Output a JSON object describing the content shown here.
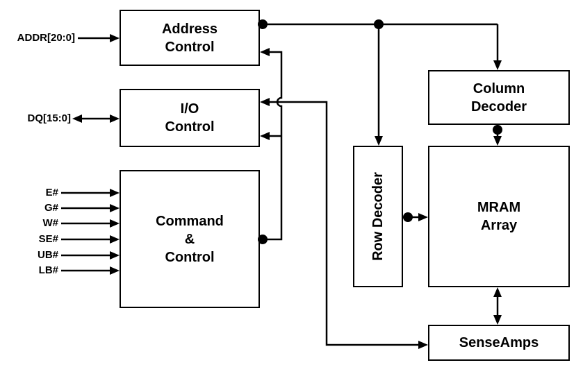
{
  "diagram": {
    "blocks": {
      "address_control": "Address\nControl",
      "io_control": "I/O\nControl",
      "command_control": "Command\n&\nControl",
      "column_decoder": "Column\nDecoder",
      "row_decoder": "Row Decoder",
      "mram_array": "MRAM\nArray",
      "sense_amps": "SenseAmps"
    },
    "signals": {
      "addr": "ADDR[20:0]",
      "dq": "DQ[15:0]",
      "control_inputs": [
        "E#",
        "G#",
        "W#",
        "SE#",
        "UB#",
        "LB#"
      ]
    },
    "colors": {
      "line": "#000000",
      "background": "#ffffff"
    }
  }
}
